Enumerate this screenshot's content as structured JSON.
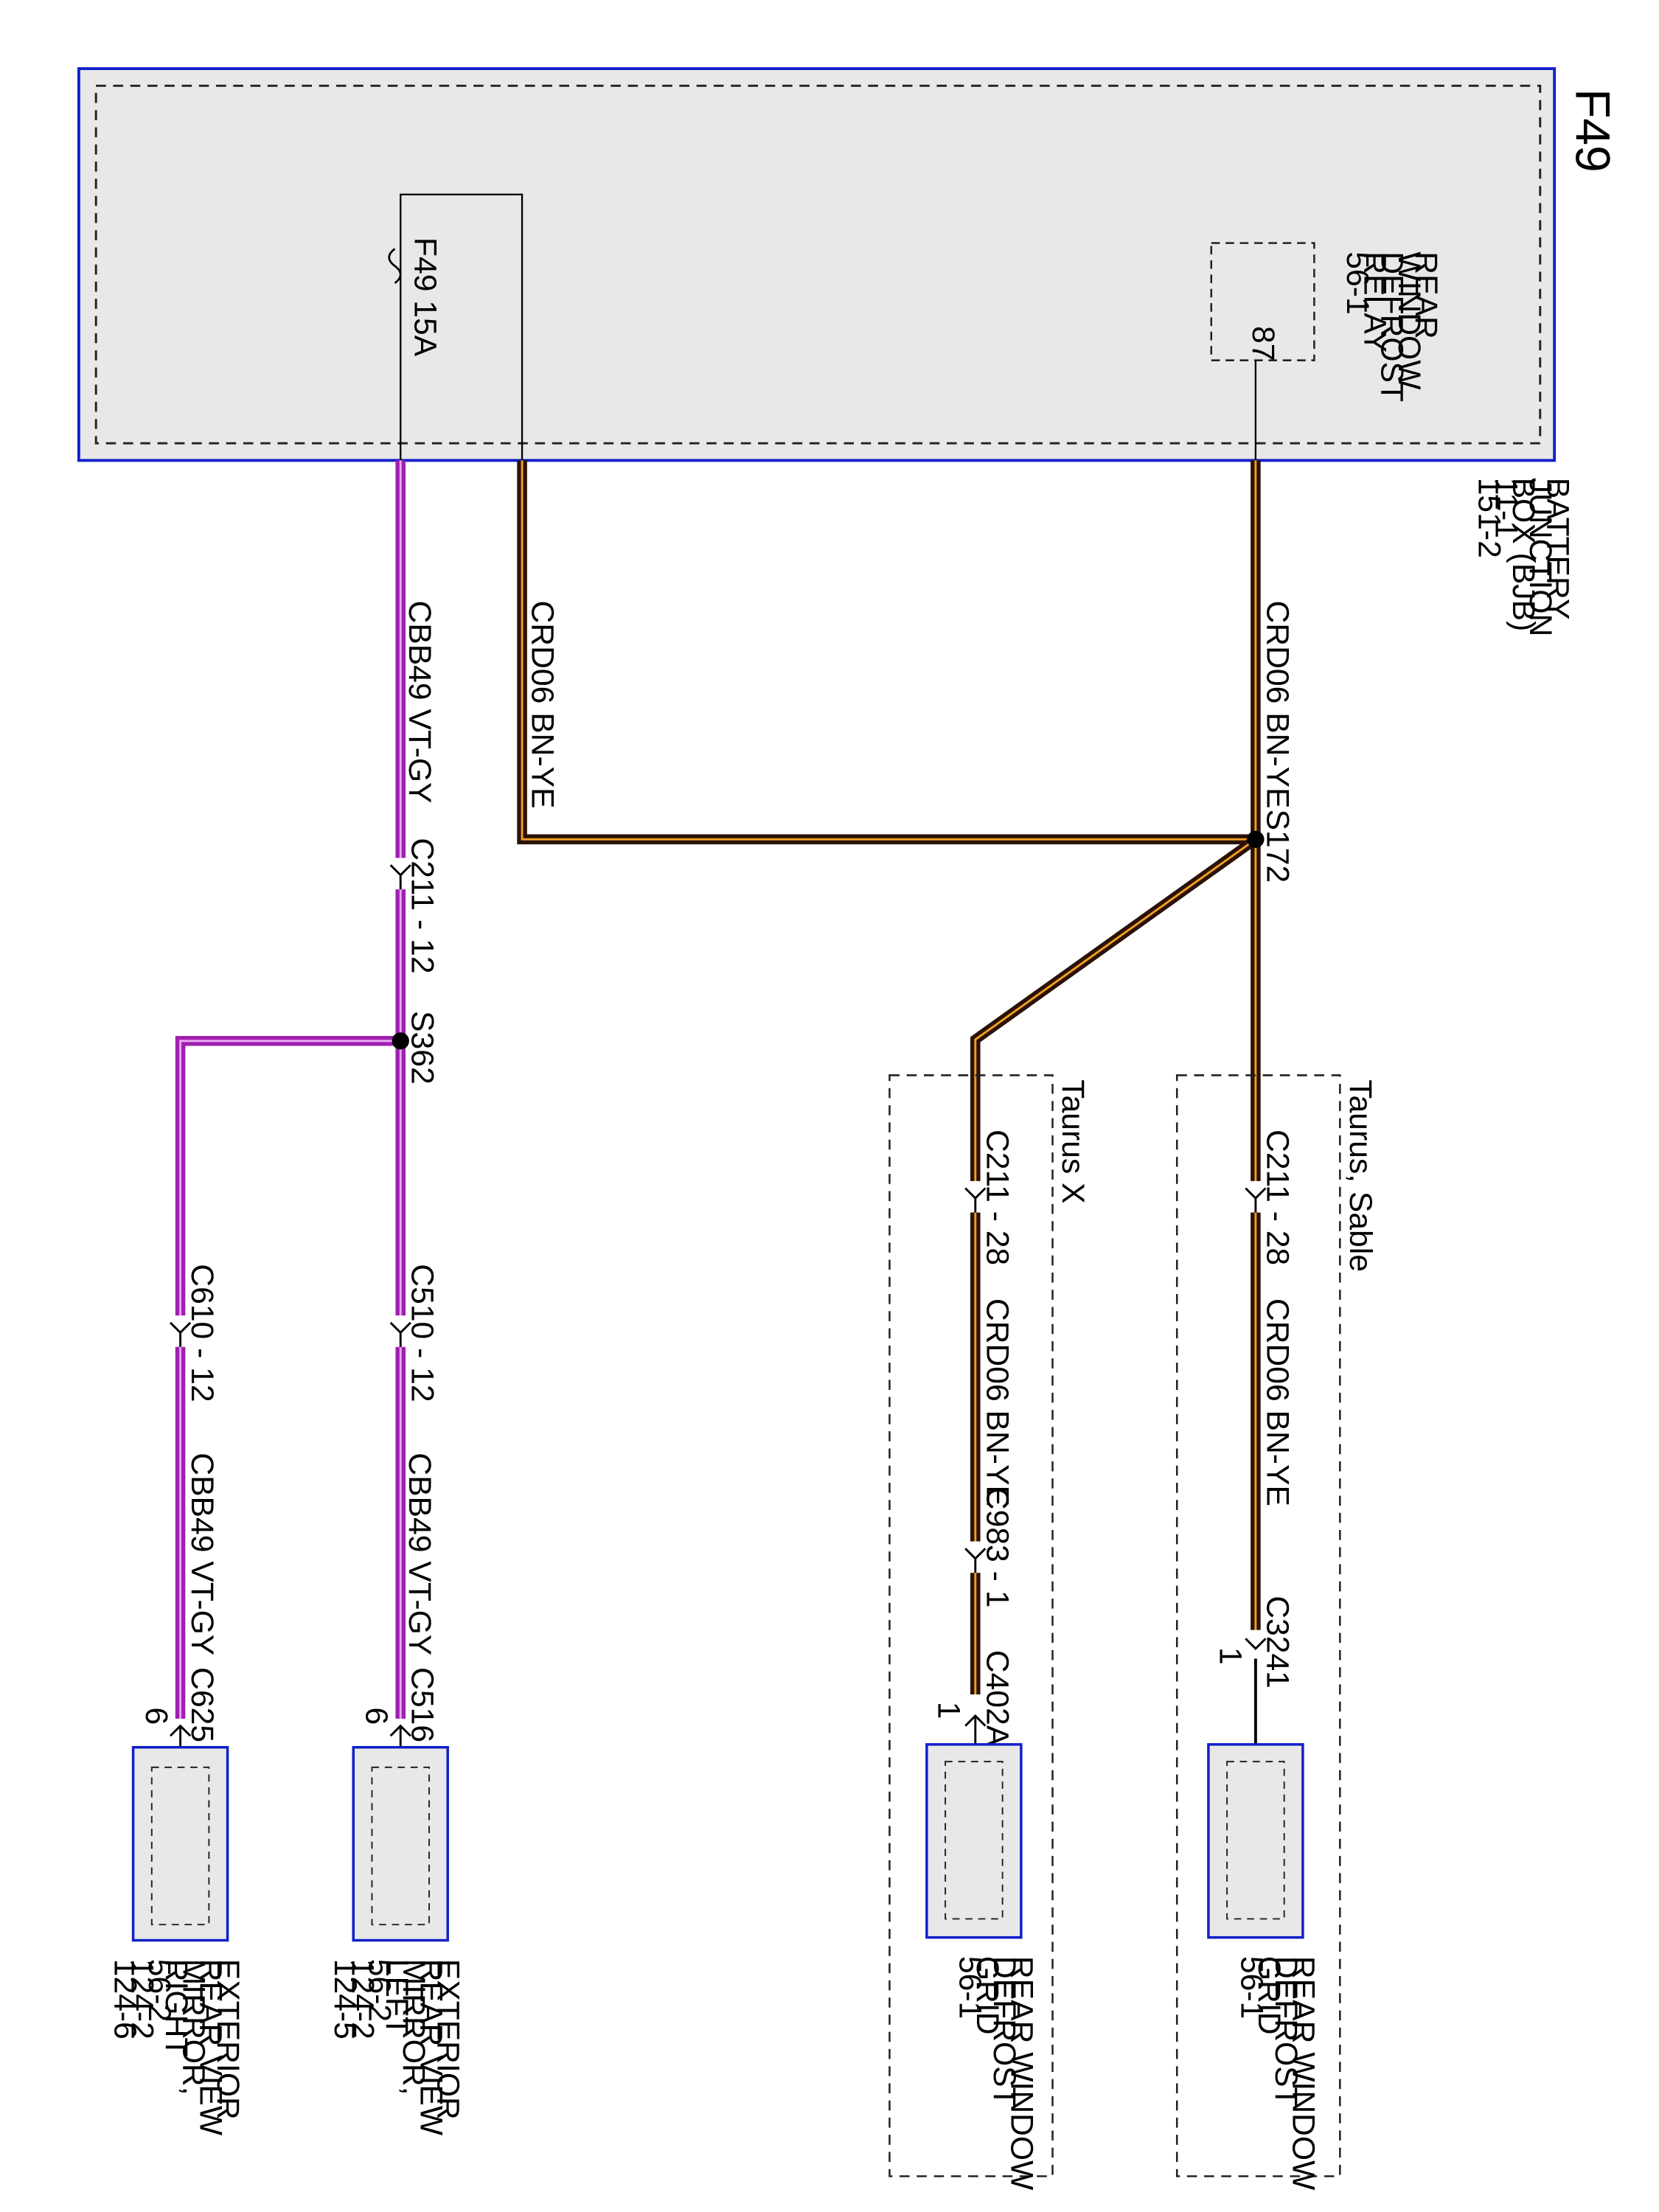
{
  "page_label": "F49",
  "bjb": {
    "lines": [
      "BATTERY",
      "JUNCTION",
      "BOX (BJB)",
      "11-1",
      "151-2"
    ],
    "relay_lines": [
      "REAR",
      "WINDOW",
      "DEFROST",
      "RELAY",
      "56-1"
    ],
    "relay_pin": "87",
    "fuse_label": "F49  15A"
  },
  "wires": {
    "crd06_bn_ye": "CRD06  BN-YE",
    "cbb49_vt_gy": "CBB49  VT-GY"
  },
  "splices": {
    "s172": "S172",
    "s362": "S362"
  },
  "connectors": {
    "c211_12": "C211  - 12",
    "c211_28_sable": "C211  - 28",
    "c211_28_x": "C211  - 28",
    "c983_1": "C983  - 1",
    "c3241": "C3241",
    "c3241_pin": "1",
    "c402a": "C402A",
    "c402a_pin": "1",
    "c510_12": "C510  - 12",
    "c610_12": "C610  - 12",
    "c516": "C516",
    "c516_pin": "6",
    "c625": "C625",
    "c625_pin": "6"
  },
  "options": {
    "sable": "Taurus, Sable",
    "taurus_x": "Taurus X"
  },
  "components": {
    "defrost_grid_sable": [
      "REAR WINDOW",
      "DEFROST",
      "GRID",
      "56-1"
    ],
    "defrost_grid_x": [
      "REAR WINDOW",
      "DEFROST",
      "GRID",
      "56-1"
    ],
    "mirror_left": [
      "EXTERIOR",
      "REAR VIEW",
      "MIRROR,",
      "LEFT",
      "56-2",
      "124-2",
      "124-5"
    ],
    "mirror_right": [
      "EXTERIOR",
      "REAR VIEW",
      "MIRROR,",
      "RIGHT",
      "56-2",
      "124-2",
      "124-6"
    ]
  },
  "colors": {
    "bn_ye_outer": "#2a1208",
    "bn_ye_stripe": "#f0a020",
    "vt_gy_outer": "#a020b0",
    "vt_gy_stripe": "#e8a8f0",
    "box_border": "#1020c8",
    "box_fill": "#e8e8e8"
  }
}
